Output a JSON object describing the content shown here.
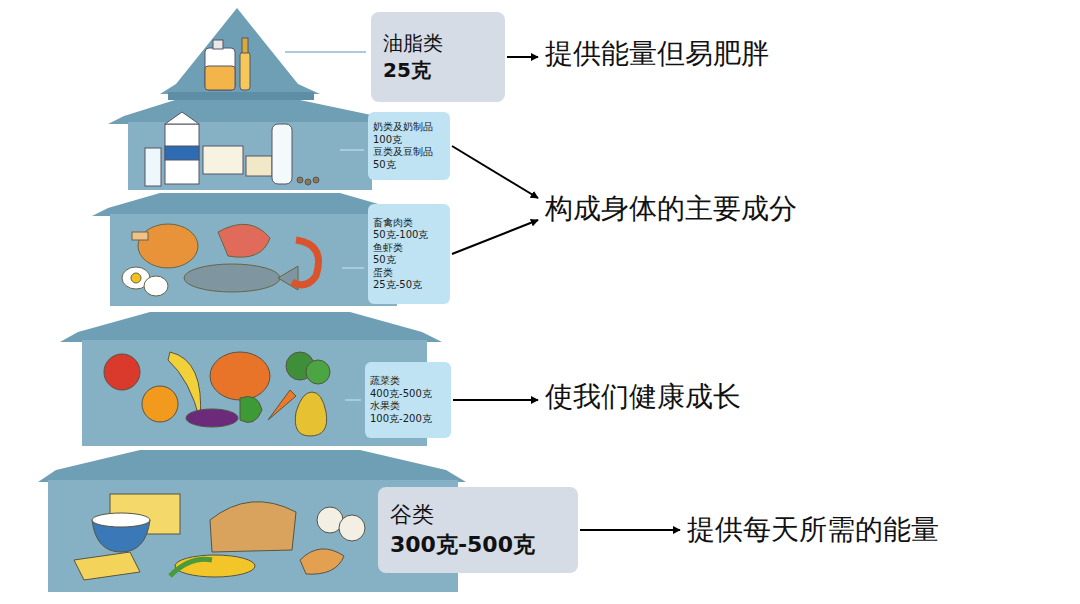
{
  "diagram": {
    "nodes": [
      {
        "text": [
          "油脂类",
          "25克"
        ]
      },
      {
        "text": [
          "提供能量但易肥胖"
        ]
      },
      {
        "text": [
          "奶类及奶制品",
          "100克",
          "豆类及豆制品",
          "50克"
        ]
      },
      {
        "text": [
          "构成身体的主要成分"
        ]
      },
      {
        "text": [
          "畜禽肉类",
          "50克-100克",
          "鱼虾类",
          "50克",
          "蛋类",
          "25克-50克"
        ]
      },
      {
        "text": [
          "蔬菜类",
          "400克-500克",
          "水果类",
          "100克-200克"
        ]
      },
      {
        "text": [
          "使我们健康成长"
        ]
      },
      {
        "text": [
          "谷类",
          "300克-500克"
        ]
      },
      {
        "text": [
          "提供每天所需的能量"
        ]
      }
    ],
    "edges": [
      {
        "from": 0,
        "to": 1,
        "arrow": "to"
      },
      {
        "from": 2,
        "to": 3,
        "arrow": "to"
      },
      {
        "from": 4,
        "to": 3,
        "arrow": "to"
      },
      {
        "from": 5,
        "to": 6,
        "arrow": "to"
      },
      {
        "from": 7,
        "to": 8,
        "arrow": "to"
      }
    ]
  }
}
